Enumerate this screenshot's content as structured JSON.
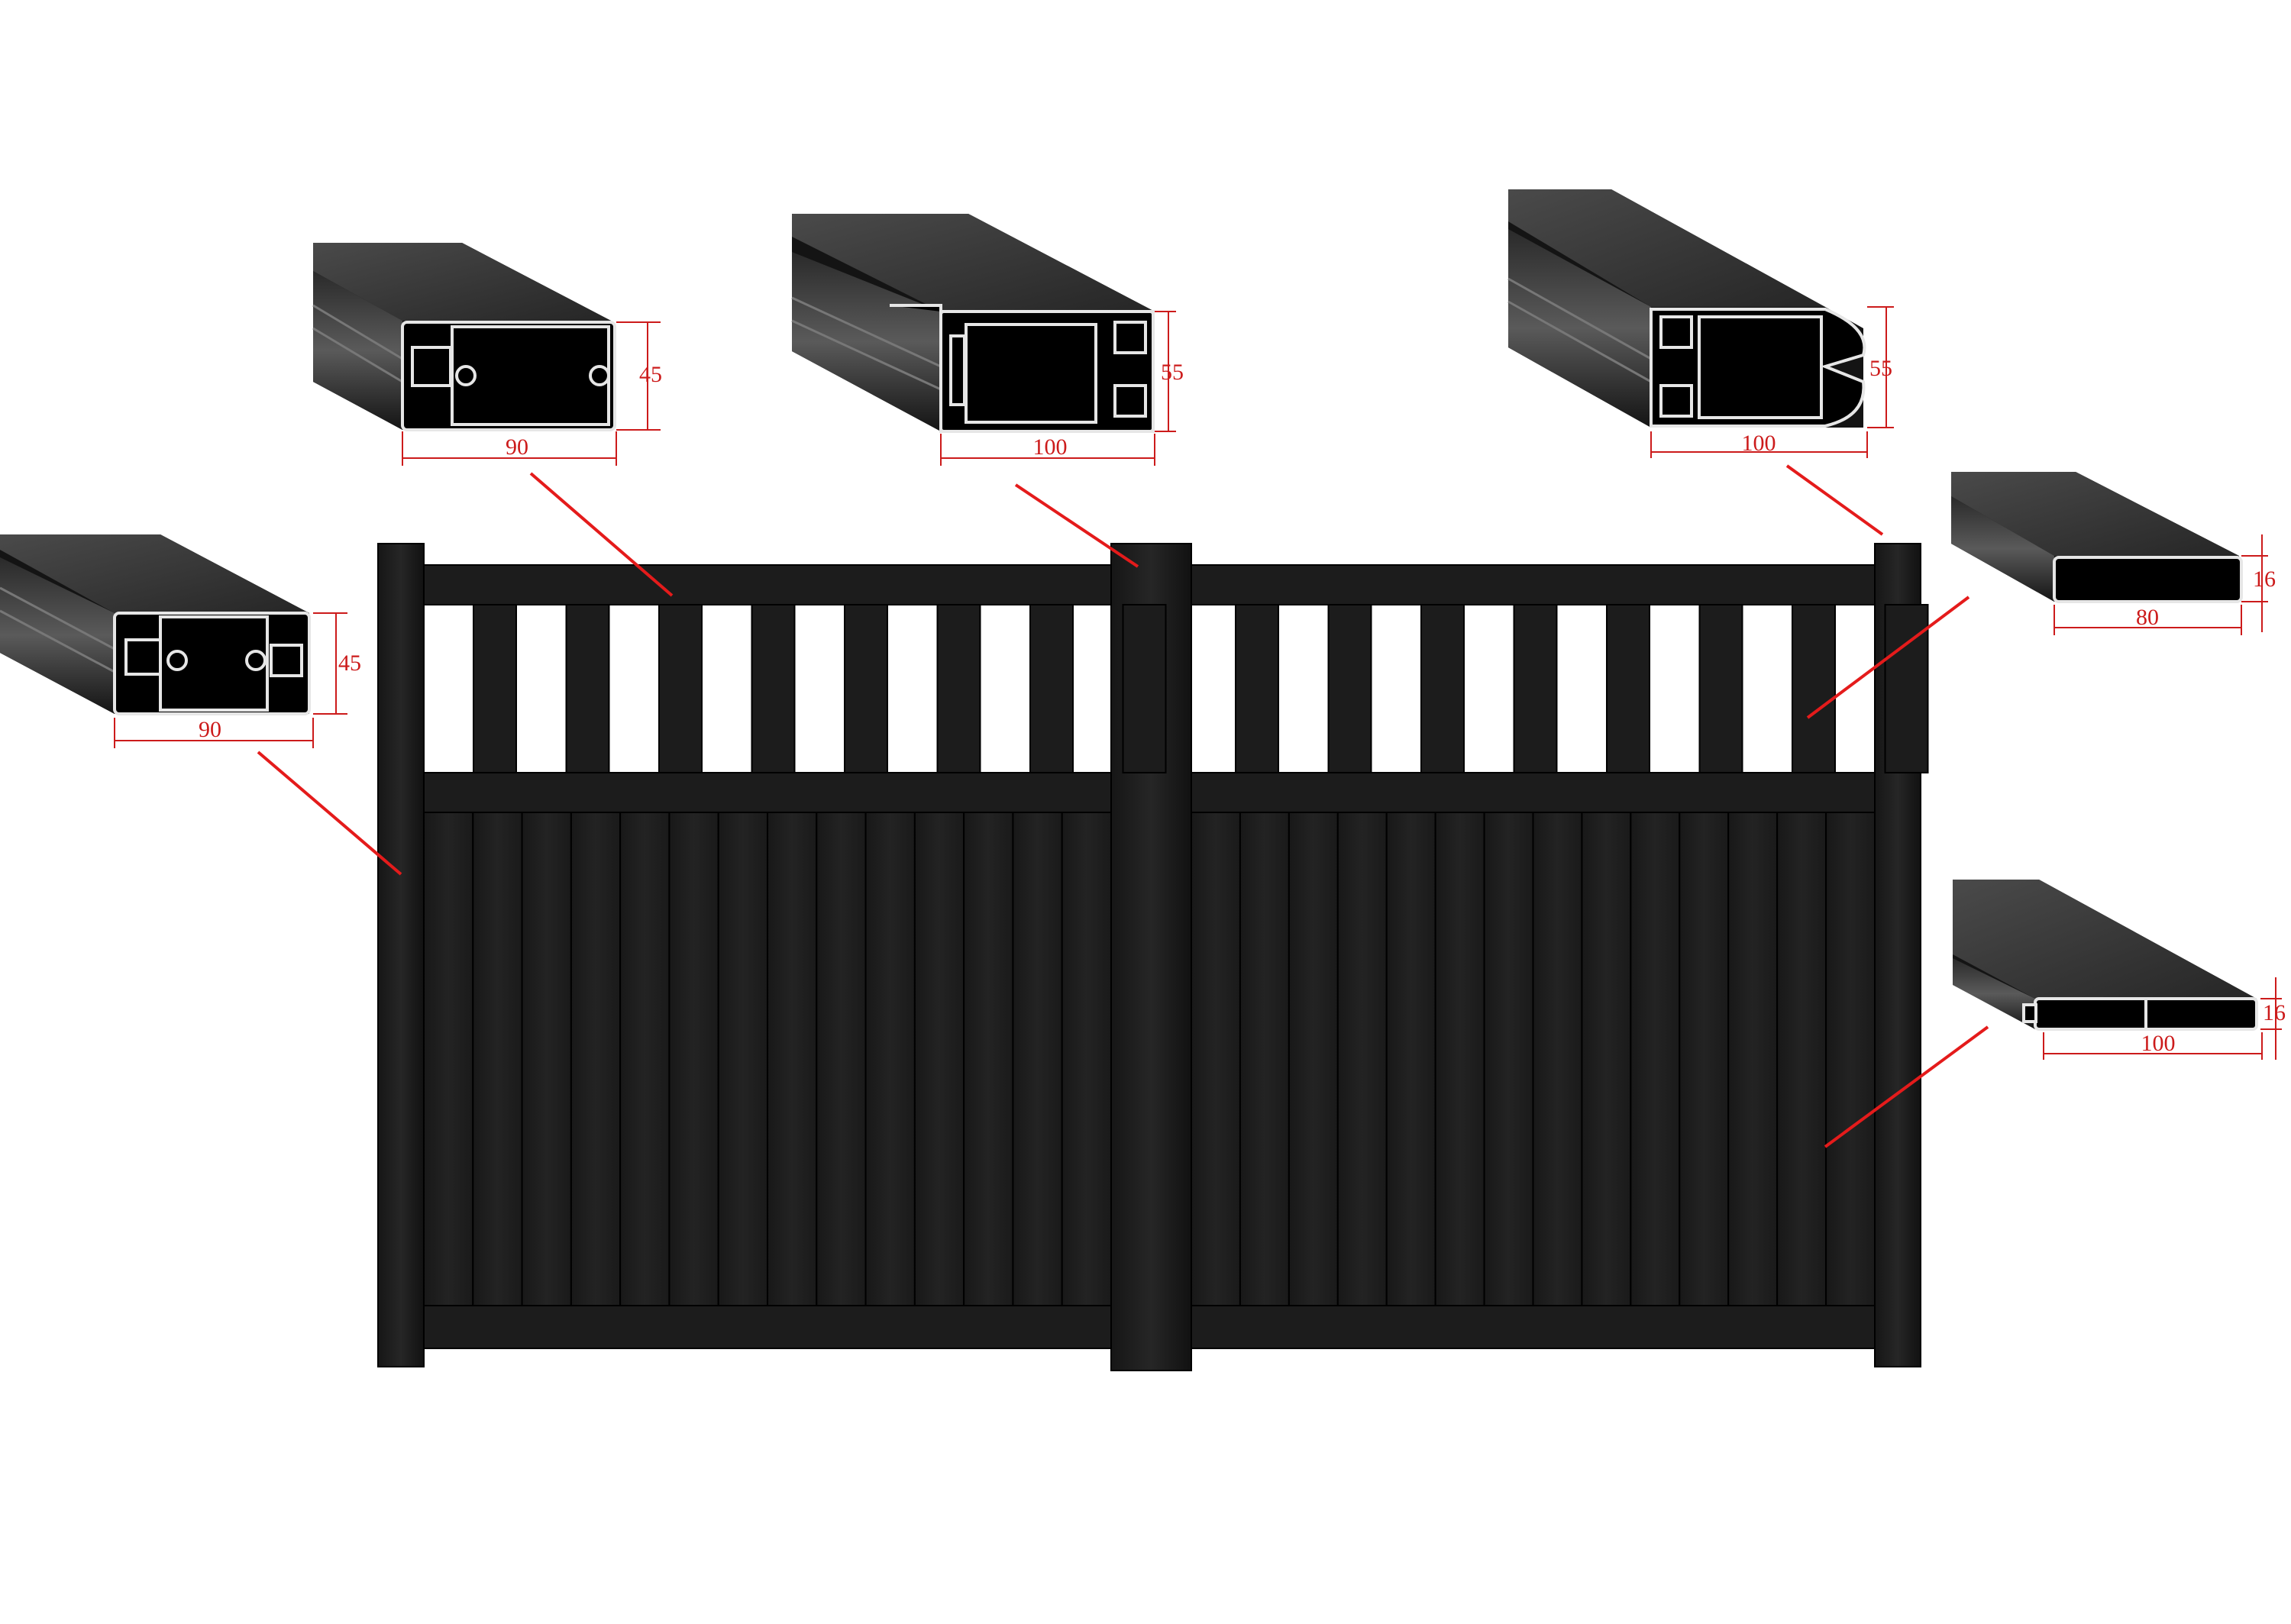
{
  "colors": {
    "background": "#ffffff",
    "gate_black": "#1f1f1f",
    "gate_outline": "#000000",
    "profile_body": "#161616",
    "profile_top": "#3a3a3a",
    "profile_highlight": "#6e6e6e",
    "section_outline": "#e6e6e6",
    "dimension_red": "#cc1b1b",
    "leader_red": "#e41b1b"
  },
  "profiles": [
    {
      "id": "hinge-post-profile",
      "width_dim": "90",
      "height_dim": "45"
    },
    {
      "id": "top-rail-profile",
      "width_dim": "90",
      "height_dim": "45"
    },
    {
      "id": "center-post-profile",
      "width_dim": "100",
      "height_dim": "55"
    },
    {
      "id": "end-post-profile",
      "width_dim": "100",
      "height_dim": "55"
    },
    {
      "id": "picket-profile",
      "width_dim": "80",
      "height_dim": "16"
    },
    {
      "id": "panel-board-profile",
      "width_dim": "100",
      "height_dim": "16"
    }
  ]
}
